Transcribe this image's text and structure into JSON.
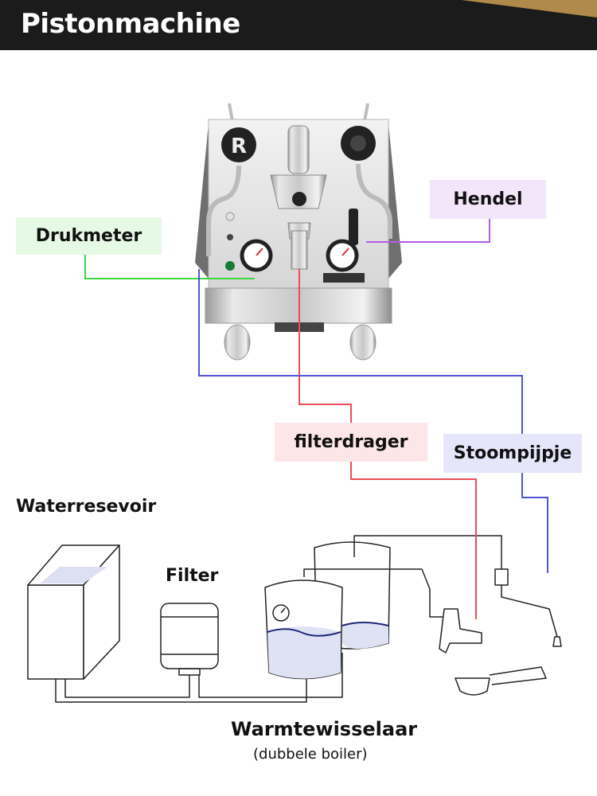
{
  "header": {
    "title": "Pistonmachine"
  },
  "callouts": {
    "drukmeter": {
      "label": "Drukmeter",
      "bg": "#e6f9e4",
      "line": "#3cd63c"
    },
    "hendel": {
      "label": "Hendel",
      "bg": "#f3e6fb",
      "line": "#b45be6"
    },
    "filterdrager": {
      "label": "filterdrager",
      "bg": "#fde6e8",
      "line": "#ee4c55"
    },
    "stoompijpje": {
      "label": "Stoompijpje",
      "bg": "#e6e6fa",
      "line": "#5252d8"
    }
  },
  "labels": {
    "waterreservoir": "Waterresevoir",
    "filter": "Filter",
    "warmtewisselaar": "Warmtewisselaar",
    "dubbele_boiler": "(dubbele boiler)"
  }
}
